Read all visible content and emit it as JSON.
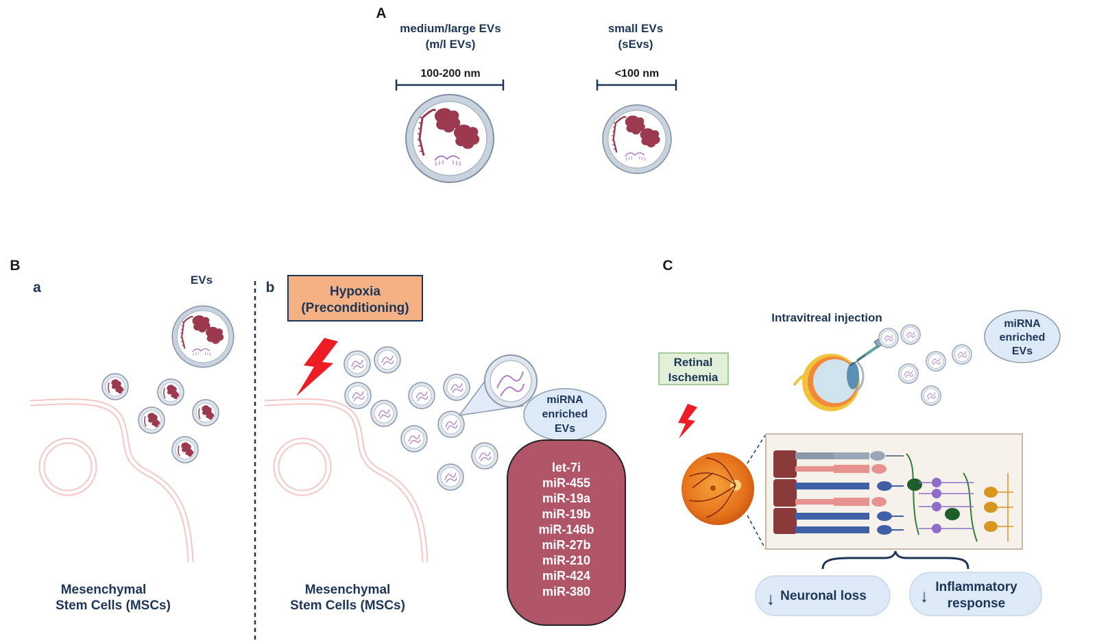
{
  "panel_a": {
    "letter": "A",
    "ml_title_1": "medium/large EVs",
    "ml_title_2": "(m/l EVs)",
    "ml_size": "100-200 nm",
    "s_title_1": "small EVs",
    "s_title_2": "(sEvs)",
    "s_size": "<100 nm"
  },
  "panel_b": {
    "letter": "B",
    "sub_a": "a",
    "sub_b": "b",
    "evs_label": "EVs",
    "hypoxia_1": "Hypoxia",
    "hypoxia_2": "(Preconditioning)",
    "mirna_1": "miRNA",
    "mirna_2": "enriched",
    "mirna_3": "EVs",
    "msc_1": "Mesenchymal",
    "msc_2": "Stem Cells (MSCs)",
    "mirna_list": [
      "let-7i",
      "miR-455",
      "miR-19a",
      "miR-19b",
      "miR-146b",
      "miR-27b",
      "miR-210",
      "miR-424",
      "miR-380"
    ]
  },
  "panel_c": {
    "letter": "C",
    "injection": "Intravitreal injection",
    "retinal_1": "Retinal",
    "retinal_2": "Ischemia",
    "mirna_1": "miRNA",
    "mirna_2": "enriched",
    "mirna_3": "EVs",
    "neuronal_loss": "Neuronal loss",
    "inflam_1": "Inflammatory",
    "inflam_2": "response",
    "arrow_glyph": "↓"
  },
  "colors": {
    "navy": "#1d3557",
    "membrane": "#f6c6c4",
    "protein": "#9b3a4f",
    "mirna_box": "#b05468",
    "hypoxia_box": "#f4b183",
    "ischemia_box": "#e2f0d9",
    "bubble": "#dce9f7"
  }
}
